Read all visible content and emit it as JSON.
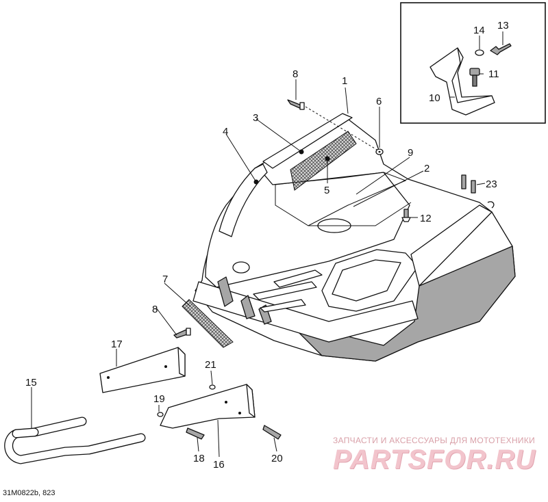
{
  "diagram": {
    "reference_code": "31M0822b, 823",
    "callouts": [
      {
        "id": "c1",
        "label": "1"
      },
      {
        "id": "c2",
        "label": "2"
      },
      {
        "id": "c3",
        "label": "3"
      },
      {
        "id": "c4",
        "label": "4"
      },
      {
        "id": "c5",
        "label": "5"
      },
      {
        "id": "c6",
        "label": "6"
      },
      {
        "id": "c7",
        "label": "7"
      },
      {
        "id": "c8a",
        "label": "8"
      },
      {
        "id": "c8b",
        "label": "8"
      },
      {
        "id": "c9",
        "label": "9"
      },
      {
        "id": "c10",
        "label": "10"
      },
      {
        "id": "c11",
        "label": "11"
      },
      {
        "id": "c12",
        "label": "12"
      },
      {
        "id": "c13",
        "label": "13"
      },
      {
        "id": "c14",
        "label": "14"
      },
      {
        "id": "c15",
        "label": "15"
      },
      {
        "id": "c16",
        "label": "16"
      },
      {
        "id": "c17",
        "label": "17"
      },
      {
        "id": "c18",
        "label": "18"
      },
      {
        "id": "c19",
        "label": "19"
      },
      {
        "id": "c20",
        "label": "20"
      },
      {
        "id": "c21",
        "label": "21"
      },
      {
        "id": "c23",
        "label": "23"
      }
    ]
  },
  "watermark": {
    "caption": "ЗАПЧАСТИ И АКСЕССУАРЫ ДЛЯ МОТОТЕХНИКИ",
    "logo": "PARTSFOR.RU"
  }
}
